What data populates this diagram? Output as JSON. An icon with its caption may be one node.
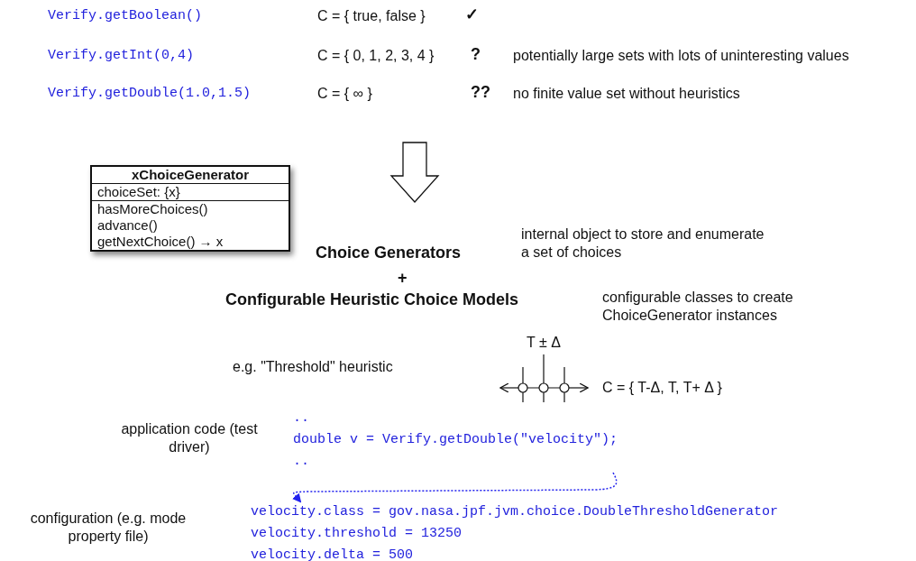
{
  "diagram": {
    "nodes": [
      {
        "text": [
          "xChoiceGenerator",
          "choiceSet: {x}",
          "hasMoreChoices()",
          "advance()",
          "getNextChoice() → x"
        ]
      },
      {
        "text": [
          "..",
          "double v = Verify.getDouble(\"velocity\");",
          ".."
        ]
      },
      {
        "text": [
          "velocity.class = gov.nasa.jpf.jvm.choice.DoubleThresholdGenerator",
          "velocity.threshold = 13250",
          "velocity.delta = 500"
        ]
      }
    ],
    "edges": [
      {
        "from": 1,
        "to": 2,
        "arrow": "to",
        "style": "dashed",
        "color": "#2222ee"
      }
    ],
    "labels": [
      "Verify.getBoolean()",
      "C = { true, false }",
      "✓",
      "Verify.getInt(0,4)",
      "C = { 0, 1, 2, 3, 4 }",
      "?",
      "potentially large sets with lots of uninteresting values",
      "Verify.getDouble(1.0,1.5)",
      "C = { ∞ }",
      "??",
      "no finite value set without heuristics",
      "Choice Generators",
      "internal object to store and enumerate a set of choices",
      "+",
      "Configurable Heuristic Choice Models",
      "configurable classes to create ChoiceGenerator instances",
      "T ± Δ",
      "e.g. \"Threshold\" heuristic",
      "C = { T-Δ, T, T+ Δ }",
      "application code (test driver)",
      "configuration (e.g. mode property file)"
    ]
  }
}
